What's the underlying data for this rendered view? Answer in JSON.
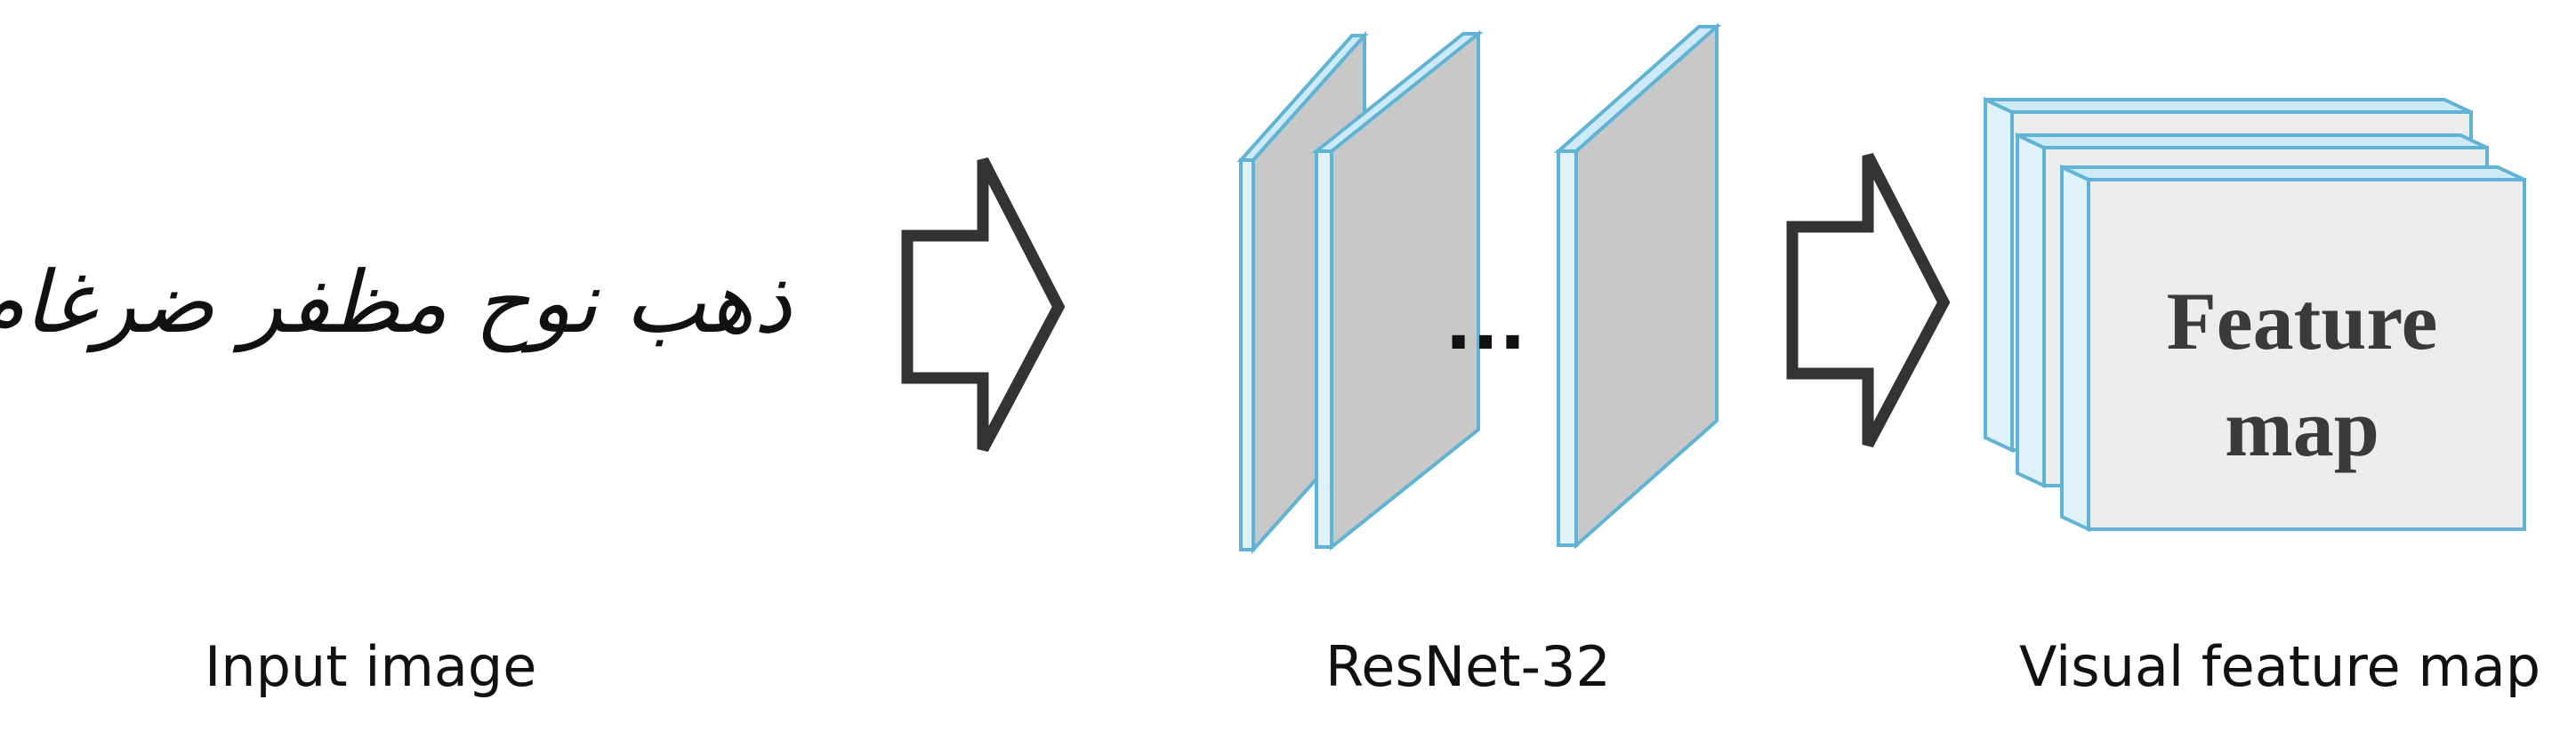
{
  "input": {
    "handwritten_text": "ذهب نوح مظفر ضرغام",
    "caption": "Input image"
  },
  "backbone": {
    "caption": "ResNet-32",
    "ellipsis": "..."
  },
  "output": {
    "card_label_line1": "Feature",
    "card_label_line2": "map",
    "caption": "Visual feature map"
  },
  "colors": {
    "layer_face": "#c8c8c8",
    "layer_edge": "#bfe3f2",
    "layer_outline": "#5fb3d4",
    "card_fill": "#ececec",
    "arrow_stroke": "#333333"
  }
}
